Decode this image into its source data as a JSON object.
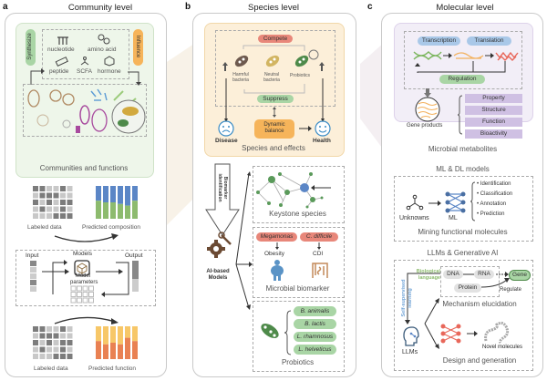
{
  "panels": {
    "a": {
      "letter": "a",
      "title": "Community level",
      "synthesize": "Synthesize",
      "influence": "Influence",
      "molecules": [
        "nucleotide",
        "amino acid",
        "peptide",
        "SCFA",
        "hormone"
      ],
      "communities_caption": "Communities and functions",
      "labeled_data_1": "Labeled data",
      "predicted_composition": "Predicted composition",
      "input": "Input",
      "models": "Models",
      "output": "Output",
      "model_parameters": "Model parameters",
      "labeled_data_2": "Labeled data",
      "predicted_function": "Predicted function"
    },
    "b": {
      "letter": "b",
      "title": "Species level",
      "compete": "Compete",
      "harmful": "Harmful bacteria",
      "neutral": "Neutral bacteria",
      "probiotics_label": "Probiotics",
      "suppress": "Suppress",
      "disease": "Disease",
      "dynamic_balance": "Dynamic balance",
      "health": "Health",
      "species_caption": "Species and effects",
      "biomarker_identification": "Biomarker identification",
      "keystone_species": "Keystone species",
      "ai_models": "AI-based Models",
      "megamonas": "Megamonas",
      "cdifficile": "C. difficile",
      "obesity": "Obesity",
      "cdi": "CDI",
      "microbial_biomarker": "Microbial biomarker",
      "probiotic_species": [
        "B. animalis",
        "B. lactis",
        "L. rhamnosus",
        "L. helveticus"
      ],
      "probiotics_caption": "Probiotics"
    },
    "c": {
      "letter": "c",
      "title": "Molecular level",
      "transcription": "Transcription",
      "translation": "Translation",
      "regulation": "Regulation",
      "gene_products": "Gene products",
      "properties": [
        "Property",
        "Structure",
        "Function",
        "Bioactivity"
      ],
      "metabolites_caption": "Microbial metabolites",
      "ml_title": "ML & DL models",
      "unknowns": "Unknowns",
      "ml": "ML",
      "tasks": [
        "Identification",
        "Classification",
        "Annotation",
        "Prediction"
      ],
      "mining_caption": "Mining functional molecules",
      "llm_title": "LLMs & Generative AI",
      "biological_language": "Biological language",
      "self_supervised": "Self-supervised learning",
      "dna": "DNA",
      "rna": "RNA",
      "protein": "Protein",
      "gene": "Gene",
      "regulate": "Regulate",
      "mechanism_caption": "Mechanism elucidation",
      "llms": "LLMs",
      "novel_molecules": "Novel molecules",
      "design_caption": "Design and generation"
    }
  },
  "colors": {
    "green_fill": "#a9d5a5",
    "orange_fill": "#f6b45a",
    "red_fill": "#e8877a",
    "blue_fill": "#a9c8e8",
    "purple_fill": "#cfc0e3",
    "panel_a_bg": "#eef6ea",
    "panel_b_bg": "#fcefd9",
    "panel_c_bg": "#f2eef7"
  }
}
